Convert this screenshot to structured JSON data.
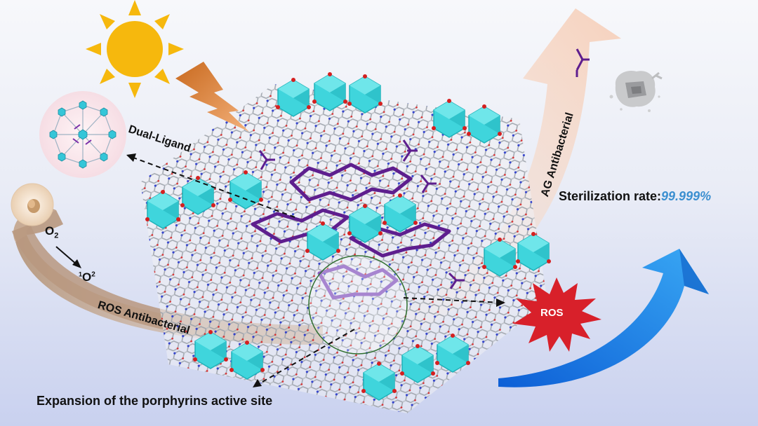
{
  "labels": {
    "dual_ligand": "Dual-Ligand",
    "o2": "O",
    "o2_sub": "2",
    "singlet_sup": "1",
    "singlet_o": "O",
    "singlet_sub": "2",
    "ros_antibacterial": "ROS Antibacterial",
    "ag_antibacterial": "AG Antibacterial",
    "sterilization_prefix": "Sterilization rate:",
    "sterilization_value": "99.999%",
    "ros": "ROS",
    "expansion": "Expansion of the porphyrins active site"
  },
  "colors": {
    "sun": "#f6b80d",
    "cyan_cluster": "#3fd5dc",
    "purple_ligand": "#5e1e8e",
    "blue_atom": "#2233c8",
    "red_atom": "#d42020",
    "ros_burst": "#d8202a",
    "blue_arrow": "#1a7fe6",
    "ag_arrow": "#f6d6c4",
    "ros_band": "#c9a88f",
    "sterilization_value": "#3b8fd0"
  },
  "icons": [
    "sun-icon",
    "lightning-icon",
    "bacterium-icon",
    "cell-icon",
    "ligand-network-icon",
    "ros-burst-icon"
  ]
}
